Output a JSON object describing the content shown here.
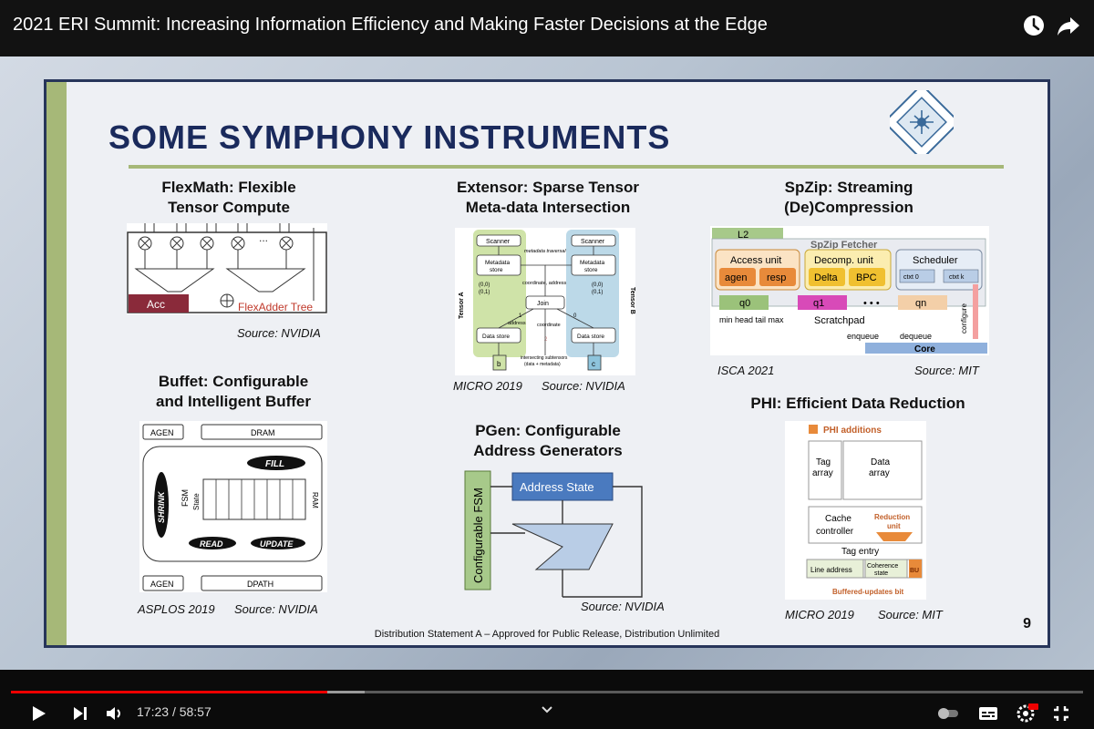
{
  "video": {
    "title": "2021 ERI Summit: Increasing Information Efficiency and Making Faster Decisions at the Edge",
    "time_current": "17:23",
    "time_total": "58:57",
    "progress_played": 0.295,
    "progress_buffered": 0.33
  },
  "slide": {
    "title": "SOME SYMPHONY INSTRUMENTS",
    "page_number": "9",
    "distribution": "Distribution Statement A – Approved for Public Release, Distribution Unlimited",
    "flexmath": {
      "title_line1": "FlexMath: Flexible",
      "title_line2": "Tensor Compute",
      "source": "Source: NVIDIA",
      "acc_label": "Acc",
      "tree_label": "FlexAdder Tree",
      "dots": "..."
    },
    "extensor": {
      "title_line1": "Extensor: Sparse Tensor",
      "title_line2": "Meta-data Intersection",
      "venue": "MICRO 2019",
      "source": "Source: NVIDIA",
      "scanner": "Scanner",
      "metadata_traversal": "metadata traversal",
      "metadata_store_1": "Metadata",
      "metadata_store_2": "store",
      "coordinate_address": "coordinate, address",
      "coords_1": "(0,0)",
      "coords_2": "(0,1)",
      "join": "Join",
      "tensor_a": "Tensor A",
      "tensor_b": "Tensor B",
      "address": "address",
      "coordinate": "coordinate",
      "data_store": "Data store",
      "intersecting_1": "intersecting subtensors",
      "intersecting_2": "(data + metadata)",
      "label_b": "b",
      "label_c": "c",
      "num_1": "1",
      "num_0": "0",
      "num_2": "2"
    },
    "spzip": {
      "title_line1": "SpZip: Streaming",
      "title_line2": "(De)Compression",
      "venue": "ISCA 2021",
      "source": "Source: MIT",
      "l2": "L2",
      "fetcher": "SpZip Fetcher",
      "access_unit": "Access unit",
      "agen": "agen",
      "resp": "resp",
      "decomp_unit": "Decomp. unit",
      "delta": "Delta",
      "bpc": "BPC",
      "scheduler": "Scheduler",
      "ctxt0": "ctxt 0",
      "ctxtk": "ctxt k",
      "q0": "q0",
      "q1": "q1",
      "ellipsis": "• • •",
      "qn": "qn",
      "configure": "configure",
      "ptr_labels": "min head tail max",
      "scratchpad": "Scratchpad",
      "enqueue": "enqueue",
      "dequeue": "dequeue",
      "core": "Core"
    },
    "buffet": {
      "title_line1": "Buffet: Configurable",
      "title_line2": "and Intelligent Buffer",
      "venue": "ASPLOS 2019",
      "source": "Source: NVIDIA",
      "agen_top": "AGEN",
      "dram": "DRAM",
      "fill": "FILL",
      "shrink": "SHRINK",
      "fsm": "FSM",
      "state": "State",
      "ram": "RAM",
      "read": "READ",
      "update": "UPDATE",
      "agen_bottom": "AGEN",
      "dpath": "DPATH"
    },
    "pgen": {
      "title_line1": "PGen: Configurable",
      "title_line2": "Address Generators",
      "source": "Source: NVIDIA",
      "fsm": "Configurable FSM",
      "address_state": "Address State"
    },
    "phi": {
      "title": "PHI: Efficient Data Reduction",
      "venue": "MICRO 2019",
      "source": "Source: MIT",
      "additions": "PHI additions",
      "tag_array_1": "Tag",
      "tag_array_2": "array",
      "data_array_1": "Data",
      "data_array_2": "array",
      "cache_controller_1": "Cache",
      "cache_controller_2": "controller",
      "reduction_unit_1": "Reduction",
      "reduction_unit_2": "unit",
      "tag_entry": "Tag entry",
      "line_address": "Line address",
      "coherence_1": "Coherence",
      "coherence_2": "state",
      "bu": "BU",
      "buffered_updates": "Buffered-updates bit"
    }
  },
  "colors": {
    "progress": "#ff0000",
    "slide_title": "#1a2a5c",
    "accent_green": "#a6b878",
    "slide_border": "#27355a"
  }
}
